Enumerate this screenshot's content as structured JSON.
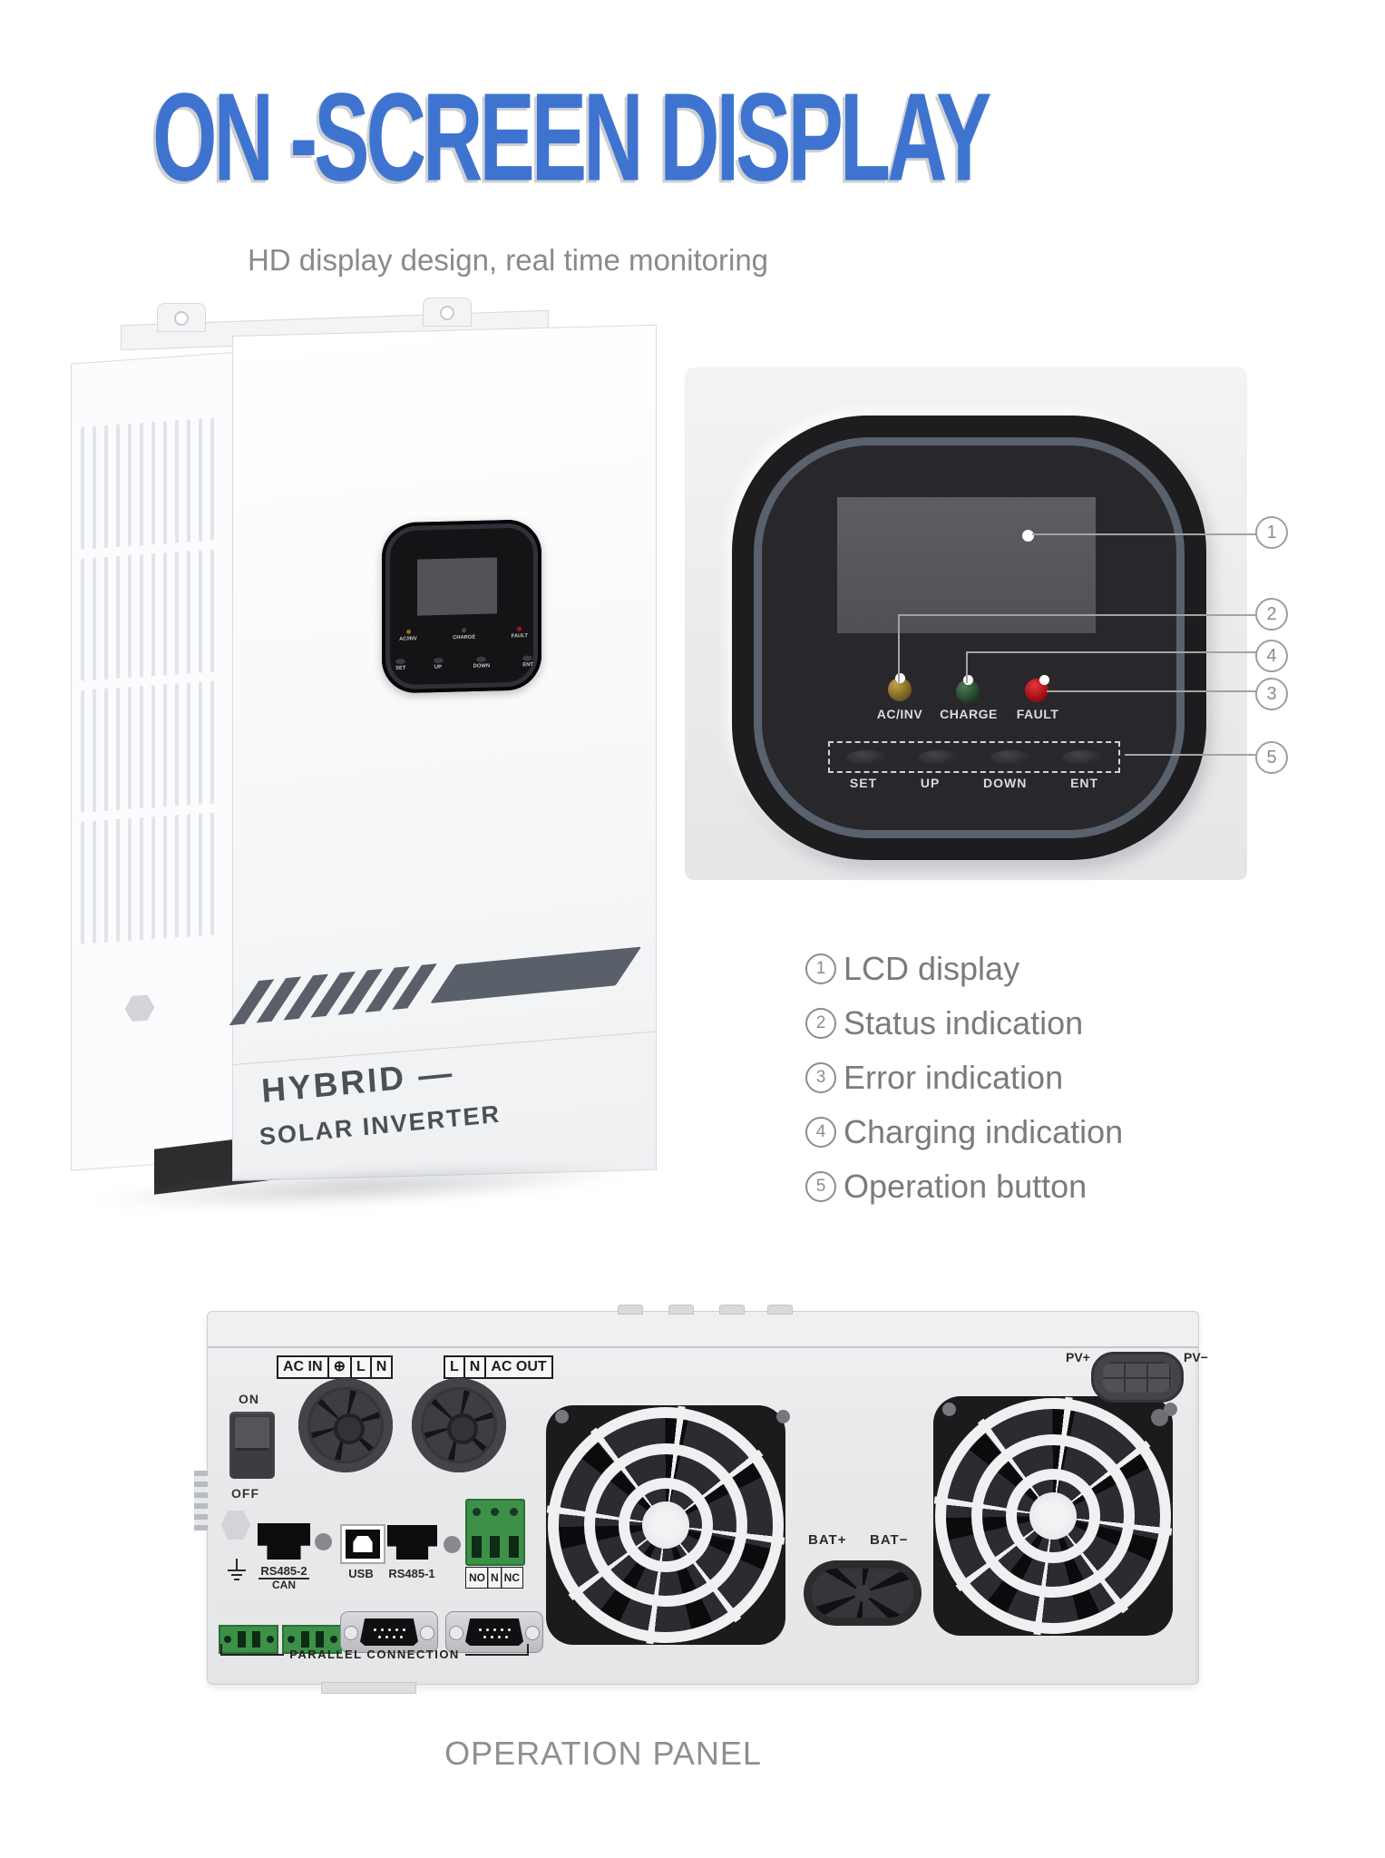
{
  "header": {
    "title": "ON -SCREEN DISPLAY",
    "subtitle": "HD display design, real time monitoring"
  },
  "colors": {
    "title_blue": "#3E74D0",
    "led_acinv": "#8a6d28",
    "led_charge": "#2e4a36",
    "led_fault": "#ad1118",
    "terminal_green": "#3d9048"
  },
  "product": {
    "brand_line1": "HYBRID —",
    "brand_line2": "SOLAR INVERTER",
    "mini_leds": [
      "AC/INV",
      "CHARGE",
      "FAULT"
    ],
    "mini_buttons": [
      "SET",
      "UP",
      "DOWN",
      "ENT"
    ]
  },
  "display_panel": {
    "leds": [
      "AC/INV",
      "CHARGE",
      "FAULT"
    ],
    "buttons": [
      "SET",
      "UP",
      "DOWN",
      "ENT"
    ],
    "callouts": [
      "1",
      "2",
      "4",
      "3",
      "5"
    ]
  },
  "features": [
    {
      "n": "1",
      "label": "LCD display"
    },
    {
      "n": "2",
      "label": "Status indication"
    },
    {
      "n": "3",
      "label": "Error indication"
    },
    {
      "n": "4",
      "label": "Charging indication"
    },
    {
      "n": "5",
      "label": "Operation button"
    }
  ],
  "rear_panel": {
    "switch_on": "ON",
    "switch_off": "OFF",
    "ac_in": [
      "AC IN",
      "⊕",
      "L",
      "N"
    ],
    "ac_out": [
      "L",
      "N",
      "AC OUT"
    ],
    "rs485_2": "RS485-2",
    "can": "CAN",
    "usb": "USB",
    "rs485_1": "RS485-1",
    "relay": [
      "NO",
      "N",
      "NC"
    ],
    "parallel": "PARALLEL CONNECTION",
    "bat_plus": "BAT+",
    "bat_minus": "BAT−",
    "pv_plus": "PV+",
    "pv_minus": "PV−"
  },
  "footer": {
    "caption": "OPERATION PANEL"
  }
}
